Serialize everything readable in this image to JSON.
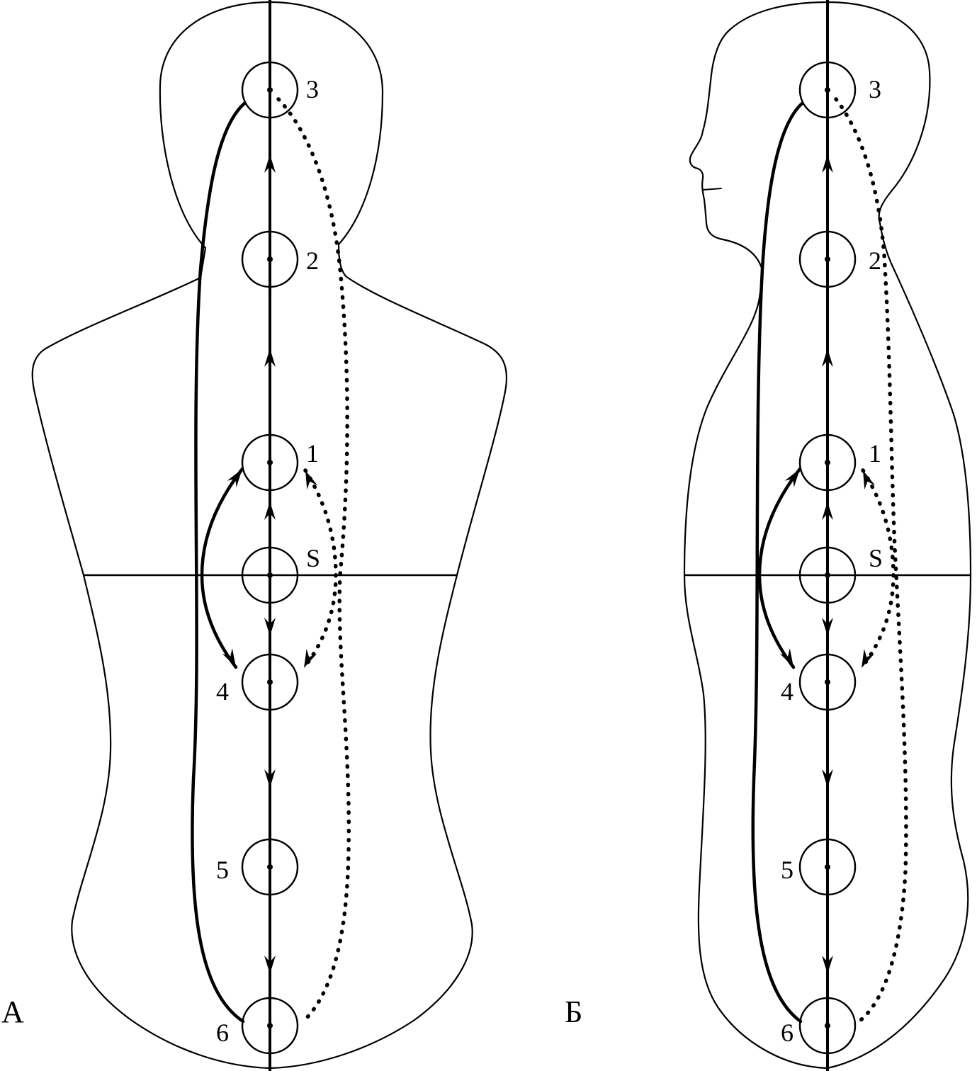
{
  "figures": [
    {
      "label": "А",
      "nodes": [
        {
          "label": "3"
        },
        {
          "label": "2"
        },
        {
          "label": "1"
        },
        {
          "label": "S"
        },
        {
          "label": "4"
        },
        {
          "label": "5"
        },
        {
          "label": "6"
        }
      ]
    },
    {
      "label": "Б",
      "nodes": [
        {
          "label": "3"
        },
        {
          "label": "2"
        },
        {
          "label": "1"
        },
        {
          "label": "S"
        },
        {
          "label": "4"
        },
        {
          "label": "5"
        },
        {
          "label": "6"
        }
      ]
    }
  ],
  "colors": {
    "ink": "#000000",
    "background": "#ffffff"
  }
}
